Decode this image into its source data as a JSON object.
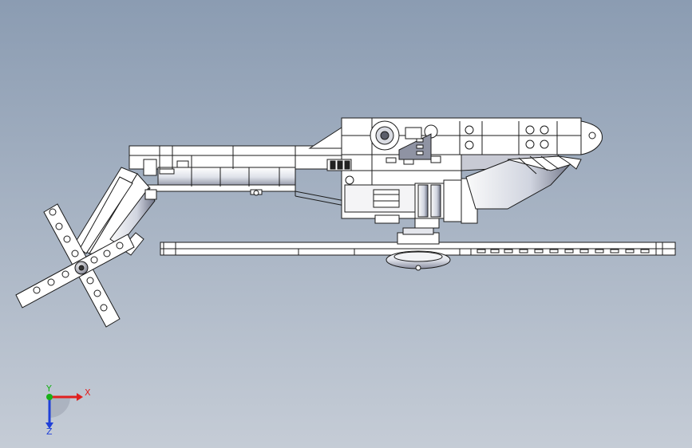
{
  "viewport": {
    "background_top": "#8b9cb2",
    "background_bottom": "#c5ccd6"
  },
  "triad": {
    "x_label": "X",
    "y_label": "Y",
    "z_label": "Z",
    "x_color": "#e02020",
    "y_color": "#18b018",
    "z_color": "#2040d8"
  }
}
